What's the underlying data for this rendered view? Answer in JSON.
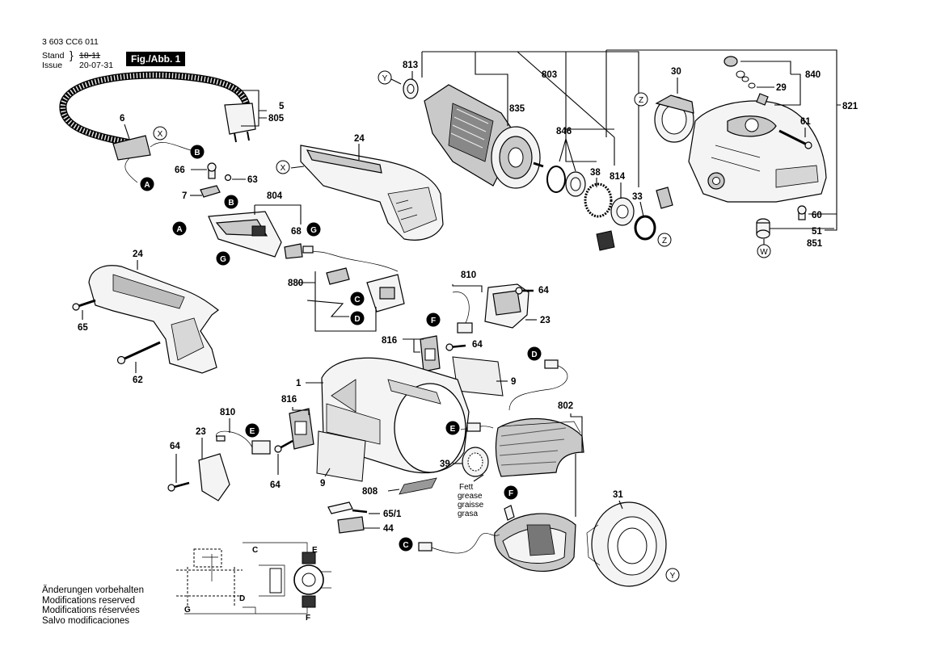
{
  "header": {
    "doc_number": "3 603 CC6 011",
    "stand_label": "Stand",
    "stand_value": "18-11",
    "issue_label": "Issue",
    "issue_value": "20-07-31",
    "figure": "Fig./Abb. 1"
  },
  "notes": {
    "de": "Änderungen vorbehalten",
    "en": "Modifications reserved",
    "fr": "Modifications réservées",
    "es": "Salvo modificaciones"
  },
  "grease": {
    "l1": "Fett",
    "l2": "grease",
    "l3": "graisse",
    "l4": "grasa"
  },
  "parts": {
    "p1": "1",
    "p5": "5",
    "p805": "805",
    "p6": "6",
    "p7": "7",
    "p66": "66",
    "p63": "63",
    "p804": "804",
    "p68": "68",
    "p24a": "24",
    "p24b": "24",
    "p65": "65",
    "p62": "62",
    "p880": "880",
    "p813": "813",
    "p803": "803",
    "p835": "835",
    "p846": "846",
    "p38": "38",
    "p814": "814",
    "p33": "33",
    "p30": "30",
    "p840": "840",
    "p29": "29",
    "p821": "821",
    "p61": "61",
    "p60": "60",
    "p51": "51",
    "p851": "851",
    "p810a": "810",
    "p64a": "64",
    "p23a": "23",
    "p816a": "816",
    "p64b": "64",
    "p9a": "9",
    "p802": "802",
    "p816b": "816",
    "p810b": "810",
    "p23b": "23",
    "p64c": "64",
    "p64d": "64",
    "p9b": "9",
    "p808": "808",
    "p39": "39",
    "p651": "65/1",
    "p44": "44",
    "p31": "31"
  },
  "callouts": {
    "X": "X",
    "Y": "Y",
    "Z": "Z",
    "W": "W",
    "A": "A",
    "B": "B",
    "C": "C",
    "D": "D",
    "E": "E",
    "F": "F",
    "G": "G"
  },
  "wiring": {
    "C": "C",
    "D": "D",
    "E": "E",
    "F": "F",
    "G": "G"
  }
}
